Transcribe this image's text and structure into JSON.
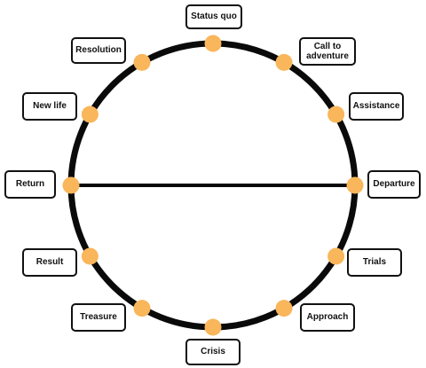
{
  "colors": {
    "circle_stroke": "#0a0a0a",
    "node_fill": "#f9b65a",
    "label_border": "#111111",
    "background": "#ffffff"
  },
  "stages": [
    {
      "id": "status-quo",
      "label": "Status quo"
    },
    {
      "id": "call-to-adventure",
      "label": "Call to\nadventure"
    },
    {
      "id": "assistance",
      "label": "Assistance"
    },
    {
      "id": "departure",
      "label": "Departure"
    },
    {
      "id": "trials",
      "label": "Trials"
    },
    {
      "id": "approach",
      "label": "Approach"
    },
    {
      "id": "crisis",
      "label": "Crisis"
    },
    {
      "id": "treasure",
      "label": "Treasure"
    },
    {
      "id": "result",
      "label": "Result"
    },
    {
      "id": "return",
      "label": "Return"
    },
    {
      "id": "new-life",
      "label": "New life"
    },
    {
      "id": "resolution",
      "label": "Resolution"
    }
  ]
}
